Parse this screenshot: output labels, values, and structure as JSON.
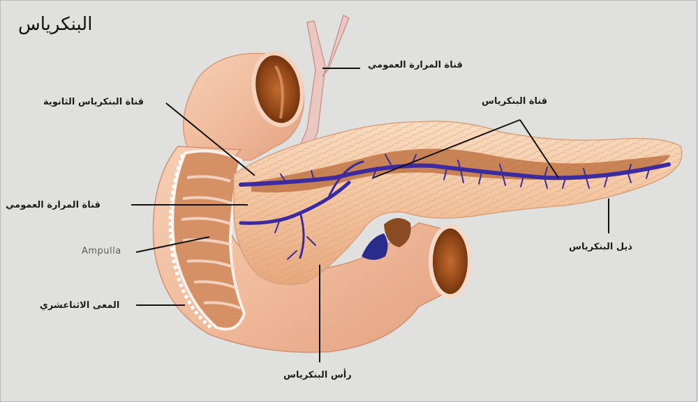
{
  "diagram": {
    "title": "البنكرياس",
    "background_color": "#e0e0de",
    "colors": {
      "tissue": "#f2c6a4",
      "tissue_shadow": "#d89a70",
      "duct": "#3d2b9a",
      "lumen": "#9a4a1c",
      "leader_line": "#111111"
    },
    "labels": [
      {
        "id": "common-bile-duct-top",
        "text": "قناة المرارة العمومي"
      },
      {
        "id": "accessory-pancreatic-duct",
        "text": "قناة البنكرياس الثانوية"
      },
      {
        "id": "pancreatic-duct",
        "text": "قناة البنكرياس"
      },
      {
        "id": "common-bile-duct-left",
        "text": "قناة المرارة العمومي"
      },
      {
        "id": "ampulla",
        "text": "Ampulla"
      },
      {
        "id": "duodenum",
        "text": "المعى الاثناعشري"
      },
      {
        "id": "pancreas-tail",
        "text": "ذيل البنكرياس"
      },
      {
        "id": "pancreas-head",
        "text": "رأس البنكرياس"
      }
    ]
  }
}
